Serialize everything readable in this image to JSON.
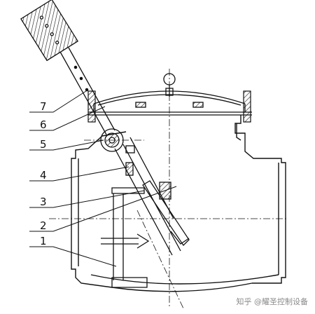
{
  "labels": [
    {
      "num": "7"
    },
    {
      "num": "6"
    },
    {
      "num": "5"
    },
    {
      "num": "4"
    },
    {
      "num": "3"
    },
    {
      "num": "2"
    },
    {
      "num": "1"
    }
  ],
  "watermark": "知乎 @耀圣控制设备",
  "colors": {
    "line": "#111111",
    "hatch": "#111111",
    "background": "#ffffff"
  }
}
